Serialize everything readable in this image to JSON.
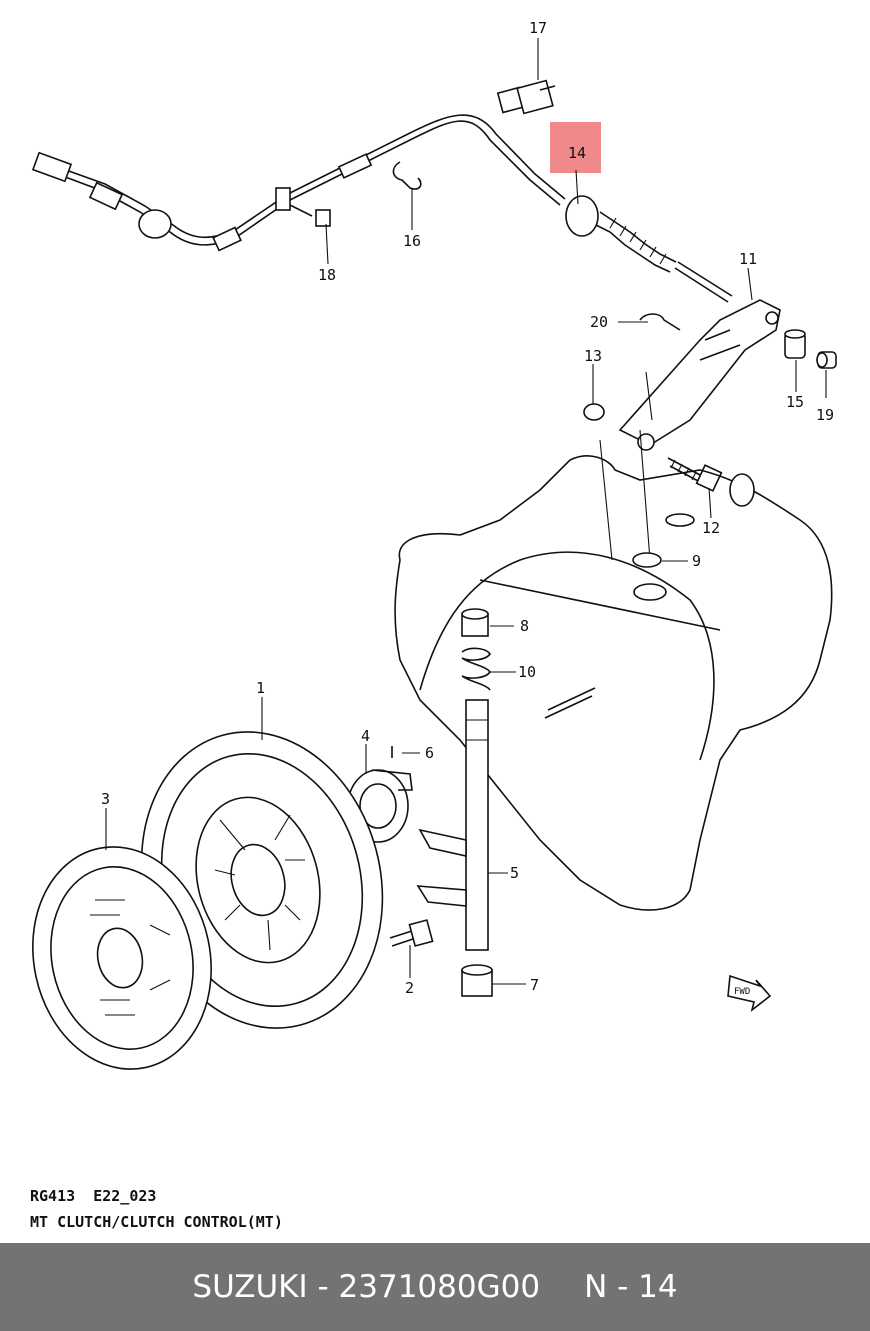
{
  "callouts": {
    "p1": "1",
    "p2": "2",
    "p3": "3",
    "p4": "4",
    "p5": "5",
    "p6": "6",
    "p7": "7",
    "p8": "8",
    "p9": "9",
    "p10": "10",
    "p11": "11",
    "p12": "12",
    "p13": "13",
    "p14": "14",
    "p15": "15",
    "p16": "16",
    "p17": "17",
    "p18": "18",
    "p19": "19",
    "p20": "20"
  },
  "highlight": {
    "part": "14",
    "color": "#f08a8a"
  },
  "fwd_label": "FWD",
  "caption": {
    "code": "RG413  E22_023",
    "title": "MT CLUTCH/CLUTCH CONTROL(MT)"
  },
  "footer": {
    "brand_part": "SUZUKI - 2371080G00",
    "ref": "N - 14",
    "background": "#737373"
  }
}
